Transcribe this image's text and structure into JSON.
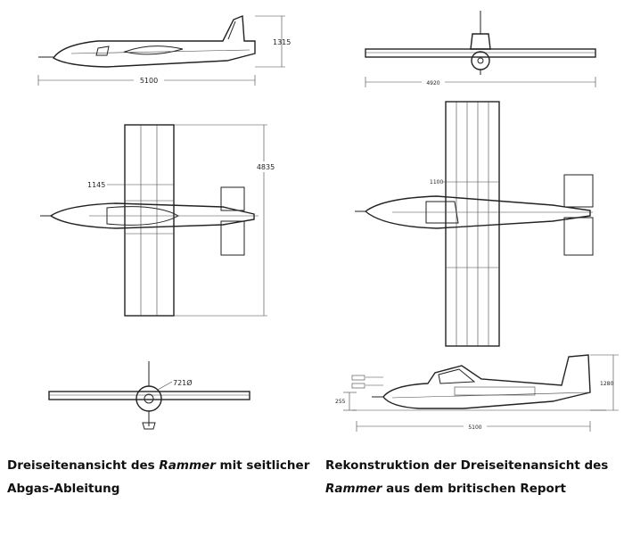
{
  "left_drawing": {
    "side_view": {
      "dim_height": "1315",
      "dim_length": "5100"
    },
    "top_view": {
      "dim_span": "4835",
      "dim_wing": "1145"
    },
    "front_view": {
      "dim_prop": "721Ø"
    }
  },
  "right_drawing": {
    "front_view": {
      "dim_span": "4920"
    },
    "top_view": {
      "dim_wing": "1100"
    },
    "side_view": {
      "dim_height": "1280",
      "dim_ground": "255",
      "dim_length": "5100"
    }
  },
  "captions": {
    "left": {
      "line1_before": "Dreiseitenansicht des ",
      "line1_italic": "Rammer",
      "line1_after": " mit seitlicher",
      "line2": "Abgas-Ableitung"
    },
    "right": {
      "line1": "Rekonstruktion der Dreiseitenansicht des",
      "line2_italic": "Rammer",
      "line2_after": " aus dem britischen Report"
    }
  }
}
